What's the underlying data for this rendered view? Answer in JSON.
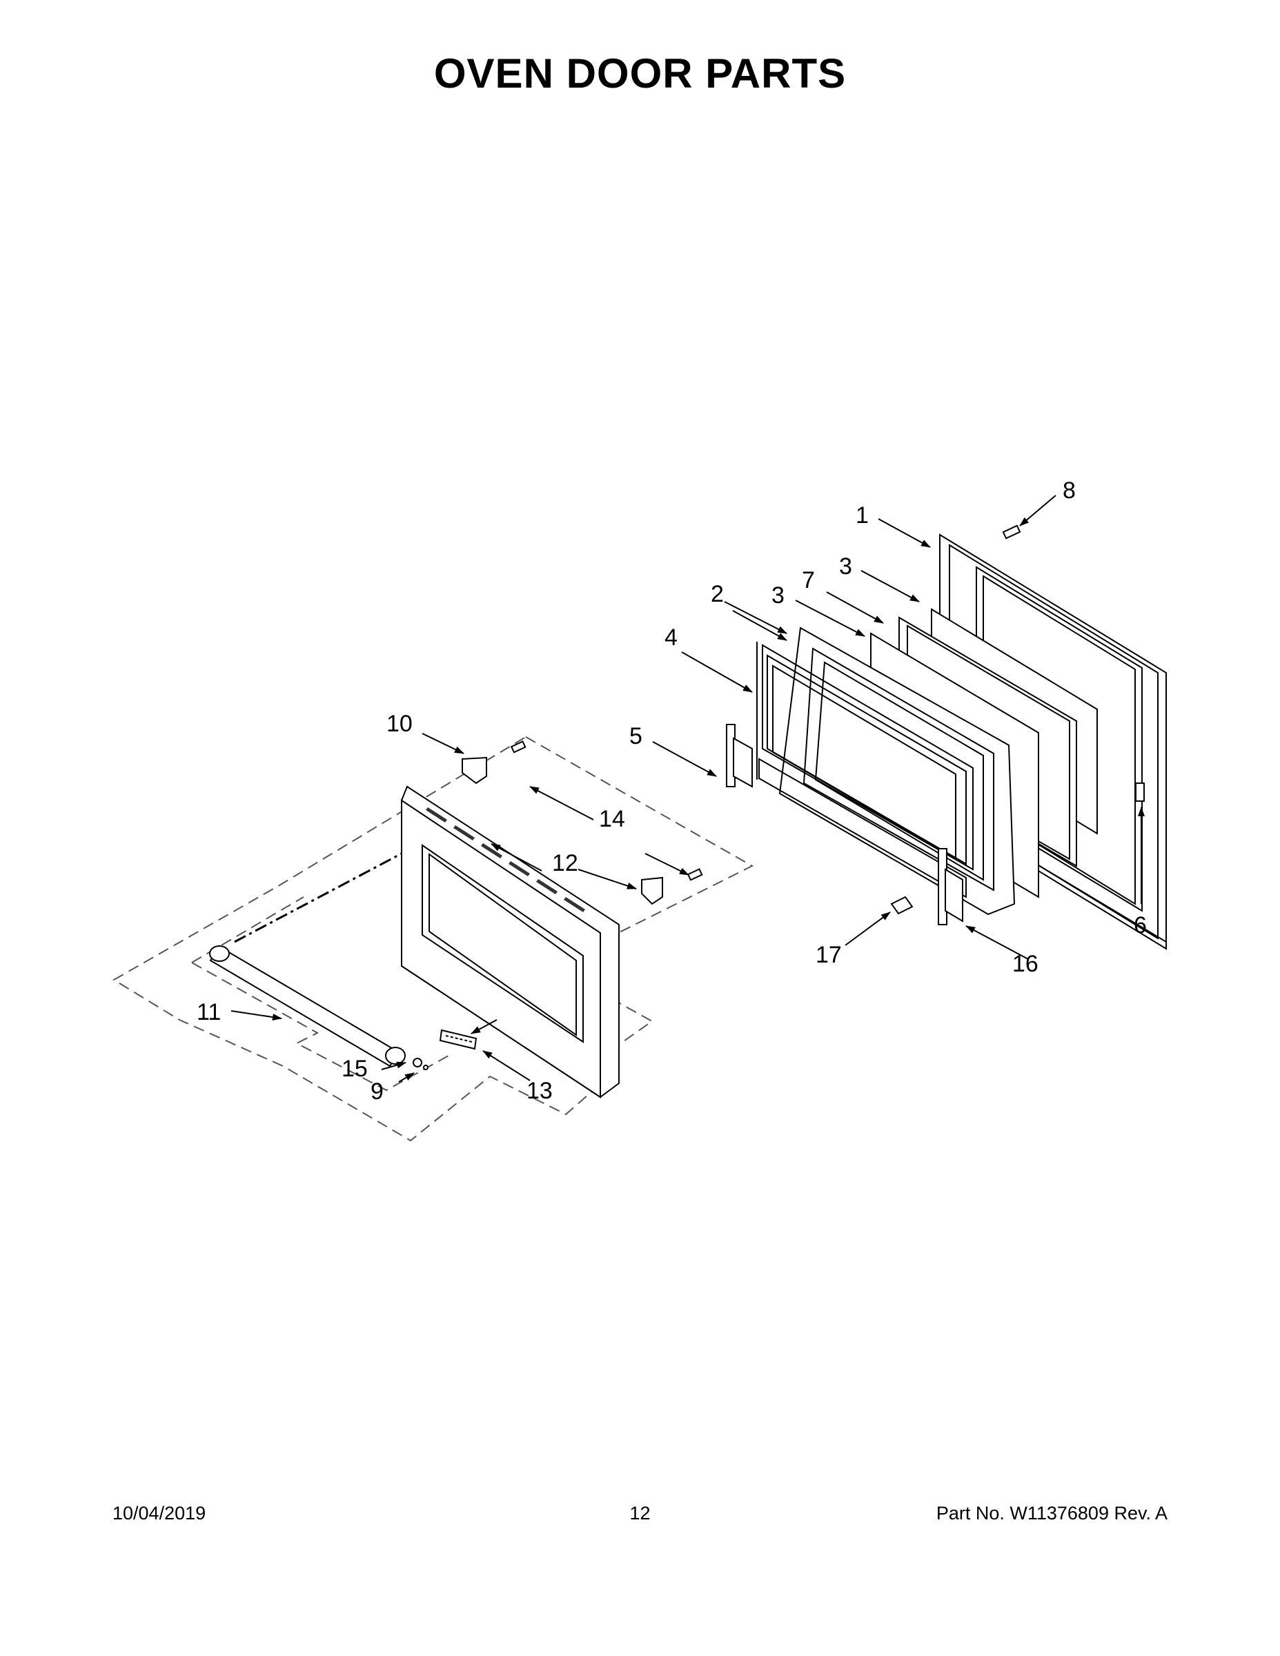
{
  "title": "OVEN DOOR PARTS",
  "callouts": [
    "1",
    "2",
    "3",
    "3",
    "4",
    "5",
    "6",
    "7",
    "8",
    "9",
    "10",
    "11",
    "12",
    "13",
    "14",
    "15",
    "16",
    "17"
  ],
  "footer": {
    "date": "10/04/2019",
    "page": "12",
    "part": "Part No.  W11376809  Rev.  A"
  }
}
